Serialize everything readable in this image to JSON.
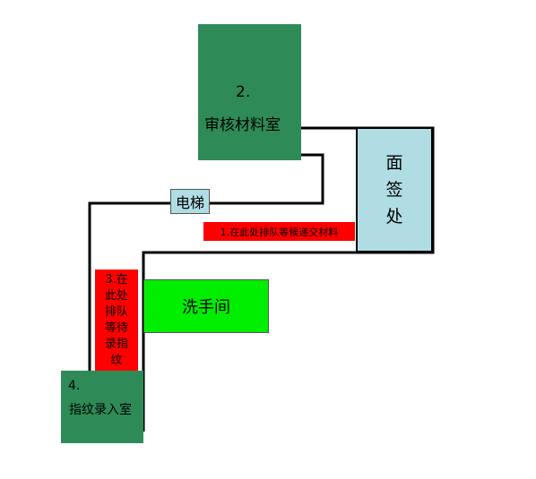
{
  "rooms": {
    "material_room": {
      "number": "2.",
      "name": "审核材料室",
      "color": "#2e8b57"
    },
    "interview": {
      "lines": [
        "面",
        "签",
        "处"
      ],
      "color": "#b0dde4"
    },
    "elevator": {
      "label": "电梯",
      "color": "#b0dde4"
    },
    "restroom": {
      "label": "洗手间",
      "color": "#00ee00"
    },
    "fingerprint_room": {
      "number": "4.",
      "name": "指纹录入室",
      "color": "#2e8b57"
    }
  },
  "queues": {
    "queue1": {
      "label": "1.在此处排队等候递交材料",
      "color": "#ff0000"
    },
    "queue3": {
      "lines": [
        "3.在",
        "此处",
        "排队",
        "等待",
        "录指",
        "纹"
      ],
      "color": "#ff0000"
    }
  }
}
